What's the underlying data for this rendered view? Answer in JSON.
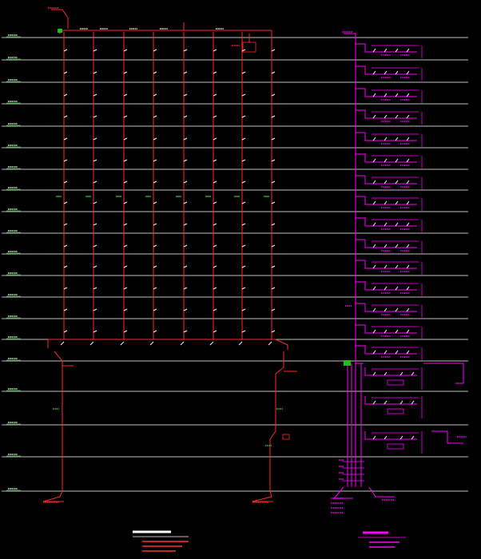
{
  "colors": {
    "background": "#000000",
    "floor_line": "#ffffff",
    "pipe": "#ff2a2a",
    "system": "#ff00ff",
    "level_text": "#2fd02f",
    "note_text": "#ff3333",
    "valve_fill": "#22b822"
  },
  "drawing": {
    "floor_count": 19,
    "upper_floor_count": 15,
    "riser_count": 8,
    "system_branch_count": 15,
    "basement_branch_count": 3
  }
}
